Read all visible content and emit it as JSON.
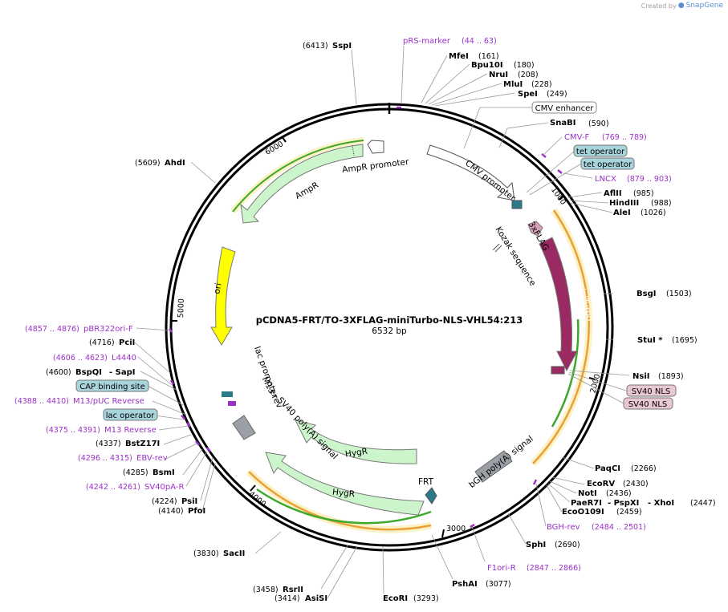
{
  "watermark": {
    "prefix": "Created by",
    "brand": "SnapGene"
  },
  "plasmid": {
    "name": "pCDNA5-FRT/TO-3XFLAG-miniTurbo-NLS-VHL54:213",
    "size_label": "6532 bp",
    "length": 6532
  },
  "colors": {
    "backbone": "#000000",
    "ampr": "#ccf5cc",
    "hygr": "#ccf5cc",
    "ori": "#ffff00",
    "miniturbo": "#9a2a62",
    "flag": "#d9a0b8",
    "promoter": "#ffffff",
    "polya": "#9aa0a6",
    "frt": "#2a7a8a",
    "orf_orange": "#e8a13a",
    "orf_green": "#3ea82a",
    "primer": "#9b30c8",
    "teal_box": "#a8d4dc",
    "pink_box": "#e8c8d4"
  },
  "ticks": [
    "1000",
    "2000",
    "3000",
    "4000",
    "5000",
    "6000"
  ],
  "features": [
    {
      "label": "AmpR promoter"
    },
    {
      "label": "AmpR"
    },
    {
      "label": "ori"
    },
    {
      "label": "CMV promoter"
    },
    {
      "label": "3xFLAG"
    },
    {
      "label": "Kozak sequence"
    },
    {
      "label": "miniTurbo"
    },
    {
      "label": "lac promoter"
    },
    {
      "label": "M13 rev"
    },
    {
      "label": "SV40 poly(A) signal"
    },
    {
      "label": "HygR"
    },
    {
      "label": "HygR"
    },
    {
      "label": "FRT"
    },
    {
      "label": "bGH poly(A) signal"
    }
  ],
  "sites": [
    {
      "enzyme": "SspI",
      "pos": "(6413)"
    },
    {
      "enzyme": "MfeI",
      "pos": "(161)"
    },
    {
      "enzyme": "Bpu10I",
      "pos": "(180)"
    },
    {
      "enzyme": "NruI",
      "pos": "(208)"
    },
    {
      "enzyme": "MluI",
      "pos": "(228)"
    },
    {
      "enzyme": "SpeI",
      "pos": "(249)"
    },
    {
      "enzyme": "SnaBI",
      "pos": "(590)"
    },
    {
      "enzyme": "AflII",
      "pos": "(985)"
    },
    {
      "enzyme": "HindIII",
      "pos": "(988)"
    },
    {
      "enzyme": "AleI",
      "pos": "(1026)"
    },
    {
      "enzyme": "BsgI",
      "pos": "(1503)"
    },
    {
      "enzyme": "StuI *",
      "pos": "(1695)"
    },
    {
      "enzyme": "NsiI",
      "pos": "(1893)"
    },
    {
      "enzyme": "PaqCI",
      "pos": "(2266)"
    },
    {
      "enzyme": "EcoRV",
      "pos": "(2430)"
    },
    {
      "enzyme": "NotI",
      "pos": "(2436)"
    },
    {
      "enzyme": "PaeR7I",
      "pos": ""
    },
    {
      "enzyme": "- PspXI",
      "pos": ""
    },
    {
      "enzyme": "- XhoI",
      "pos": "(2447)"
    },
    {
      "enzyme": "EcoO109I",
      "pos": "(2459)"
    },
    {
      "enzyme": "SphI",
      "pos": "(2690)"
    },
    {
      "enzyme": "PshAI",
      "pos": "(3077)"
    },
    {
      "enzyme": "EcoRI",
      "pos": "(3293)"
    },
    {
      "enzyme": "AsiSI",
      "pos": "(3414)"
    },
    {
      "enzyme": "RsrII",
      "pos": "(3458)"
    },
    {
      "enzyme": "SacII",
      "pos": "(3830)"
    },
    {
      "enzyme": "PfoI",
      "pos": "(4140)"
    },
    {
      "enzyme": "PsiI",
      "pos": "(4224)"
    },
    {
      "enzyme": "BsmI",
      "pos": "(4285)"
    },
    {
      "enzyme": "BstZ17I",
      "pos": "(4337)"
    },
    {
      "enzyme": "BspQI",
      "pos": "(4600)"
    },
    {
      "enzyme": "- SapI",
      "pos": ""
    },
    {
      "enzyme": "PciI",
      "pos": "(4716)"
    },
    {
      "enzyme": "AhdI",
      "pos": "(5609)"
    }
  ],
  "primers": [
    {
      "name": "pRS-marker",
      "range": "(44 .. 63)"
    },
    {
      "name": "CMV-F",
      "range": "(769 .. 789)"
    },
    {
      "name": "LNCX",
      "range": "(879 .. 903)"
    },
    {
      "name": "BGH-rev",
      "range": "(2484 .. 2501)"
    },
    {
      "name": "F1ori-R",
      "range": "(2847 .. 2866)"
    },
    {
      "name": "SV40pA-R",
      "range": "(4242 .. 4261)"
    },
    {
      "name": "EBV-rev",
      "range": "(4296 .. 4315)"
    },
    {
      "name": "M13 Reverse",
      "range": "(4375 .. 4391)"
    },
    {
      "name": "M13/pUC Reverse",
      "range": "(4388 .. 4410)"
    },
    {
      "name": "L4440",
      "range": "(4606 .. 4623)"
    },
    {
      "name": "pBR322ori-F",
      "range": "(4857 .. 4876)"
    }
  ],
  "boxes": [
    {
      "label": "CMV enhancer"
    },
    {
      "label": "tet operator"
    },
    {
      "label": "tet operator"
    },
    {
      "label": "SV40 NLS"
    },
    {
      "label": "SV40 NLS"
    },
    {
      "label": "CAP binding site"
    },
    {
      "label": "lac operator"
    }
  ]
}
